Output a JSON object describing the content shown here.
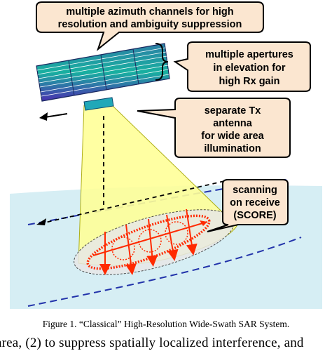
{
  "callouts": {
    "azimuth": [
      "multiple azimuth channels for high",
      "resolution and ambiguity suppression"
    ],
    "elevation": [
      "multiple apertures",
      "in elevation for",
      "high Rx gain"
    ],
    "tx": [
      "separate Tx",
      "antenna",
      "for wide area",
      "illumination"
    ],
    "score": [
      "scanning",
      "on receive",
      "(SCORE)"
    ]
  },
  "caption": "Figure 1.    “Classical” High-Resolution Wide-Swath SAR System.",
  "cut_text": "area, (2) to suppress spatially localized interference, and",
  "colors": {
    "callout_fill": "#fbe6d0",
    "ground": "#d6eef4",
    "beam": "#ffff99",
    "swath_line": "#2233aa",
    "scan_arrows": "#ff2a00",
    "tx_antenna": "#20a8b8"
  },
  "icons": [
    "antenna-array-icon",
    "tx-antenna-icon",
    "flight-direction-arrow-icon",
    "receive-beam-arrow-icon"
  ]
}
